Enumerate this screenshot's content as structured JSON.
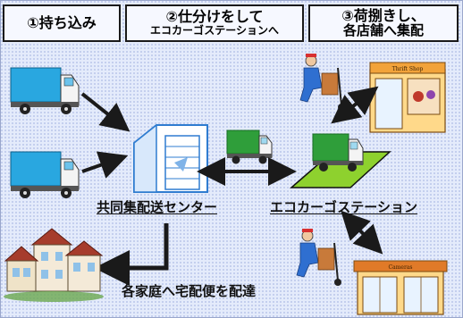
{
  "steps": [
    {
      "label": "①持ち込み"
    },
    {
      "label_line1": "②仕分けをして",
      "label_line2": "エコカーゴステーションへ"
    },
    {
      "label_line1": "③荷捌きし、",
      "label_line2": "各店舗へ集配"
    }
  ],
  "nodes": {
    "center_label": "共同集配送センター",
    "station_label": "エコカーゴステーション",
    "home_delivery_label": "各家庭へ宅配便を配達",
    "shop_top_sign": "Thrift Shop",
    "shop_bottom_sign": "Cameras"
  },
  "colors": {
    "truck_cargo_blue": "#29a7e0",
    "truck_cargo_green": "#2f9e3a",
    "station_platform": "#8ed12e",
    "arrow": "#1a1a1a"
  }
}
